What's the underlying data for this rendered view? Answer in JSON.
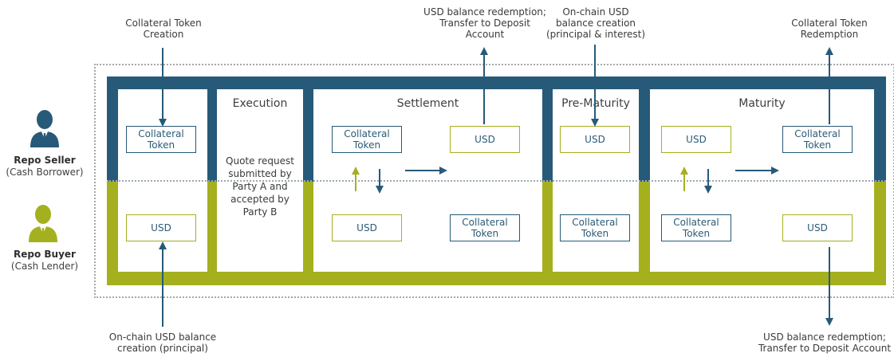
{
  "roles": {
    "seller": {
      "name": "Repo Seller",
      "sub": "(Cash Borrower)",
      "icon": "person-icon",
      "color": "#275a78"
    },
    "buyer": {
      "name": "Repo Buyer",
      "sub": "(Cash Lender)",
      "icon": "person-icon",
      "color": "#a5b01f"
    }
  },
  "colors": {
    "blue": "#275a78",
    "green": "#a5b01f"
  },
  "stages": {
    "execution": "Execution",
    "settlement": "Settlement",
    "premat": "Pre-Maturity",
    "maturity": "Maturity"
  },
  "execution_text": "Quote request submitted by Party A and accepted by Party B",
  "boxes": {
    "creation_top": "Collateral Token",
    "creation_bottom": "USD",
    "settle_top_left": "Collateral Token",
    "settle_top_right": "USD",
    "settle_bottom_left": "USD",
    "settle_bottom_right": "Collateral Token",
    "premat_top": "USD",
    "premat_bottom": "Collateral Token",
    "mat_top_left": "USD",
    "mat_top_right": "Collateral Token",
    "mat_bottom_left": "Collateral Token",
    "mat_bottom_right": "USD"
  },
  "labels": {
    "collateral_creation": "Collateral Token Creation",
    "usd_redemption_top": "USD balance redemption; Transfer to Deposit Account",
    "onchain_top": "On-chain USD balance creation (principal & interest)",
    "collateral_redemption": "Collateral Token Redemption",
    "onchain_bottom": "On-chain USD balance creation (principal)",
    "usd_redemption_bottom": "USD balance redemption; Transfer to Deposit Account"
  }
}
